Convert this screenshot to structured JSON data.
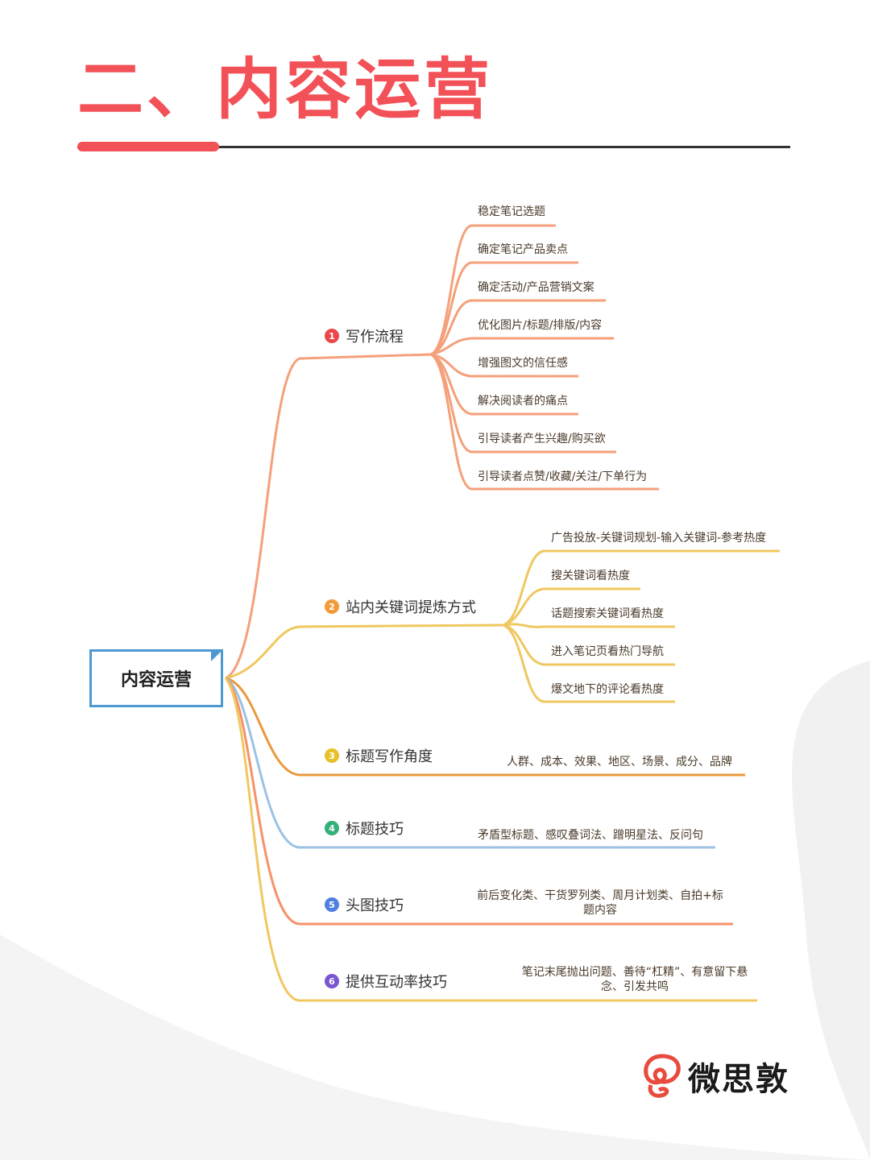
{
  "page": {
    "title": "二、内容运营",
    "accent_color": "#f25157"
  },
  "mindmap": {
    "root": "内容运营",
    "branches": [
      {
        "number": "1",
        "label": "写作流程",
        "color": "#f5926a",
        "children": [
          "稳定笔记选题",
          "确定笔记产品卖点",
          "确定活动/产品营销文案",
          "优化图片/标题/排版/内容",
          "增强图文的信任感",
          "解决阅读者的痛点",
          "引导读者产生兴趣/购买欲",
          "引导读者点赞/收藏/关注/下单行为"
        ]
      },
      {
        "number": "2",
        "label": "站内关键词提炼方式",
        "color": "#f0c860",
        "children": [
          "广告投放-关键词规划-输入关键词-参考热度",
          "搜关键词看热度",
          "话题搜索关键词看热度",
          "进入笔记页看热门导航",
          "爆文地下的评论看热度"
        ]
      },
      {
        "number": "3",
        "label": "标题写作角度",
        "color": "#e99a3c",
        "detail": "人群、成本、效果、地区、场景、成分、品牌"
      },
      {
        "number": "4",
        "label": "标题技巧",
        "color": "#9cc2e3",
        "detail": "矛盾型标题、感叹叠词法、蹭明星法、反问句"
      },
      {
        "number": "5",
        "label": "头图技巧",
        "color": "#f5926a",
        "detail_lines": [
          "前后变化类、干货罗列类、周月计划类、自拍+标",
          "题内容"
        ]
      },
      {
        "number": "6",
        "label": "提供互动率技巧",
        "color": "#f0c860",
        "detail_lines": [
          "笔记末尾抛出问题、善待“杠精”、有意留下悬",
          "念、引发共鸣"
        ]
      }
    ],
    "number_colors": [
      "#e8484a",
      "#f29a3a",
      "#e6c22a",
      "#33b07a",
      "#4f7fe0",
      "#7a56d0"
    ]
  },
  "logo": {
    "text": "微思敦",
    "icon": "swirl-logo-icon",
    "color": "#e84a3c"
  }
}
